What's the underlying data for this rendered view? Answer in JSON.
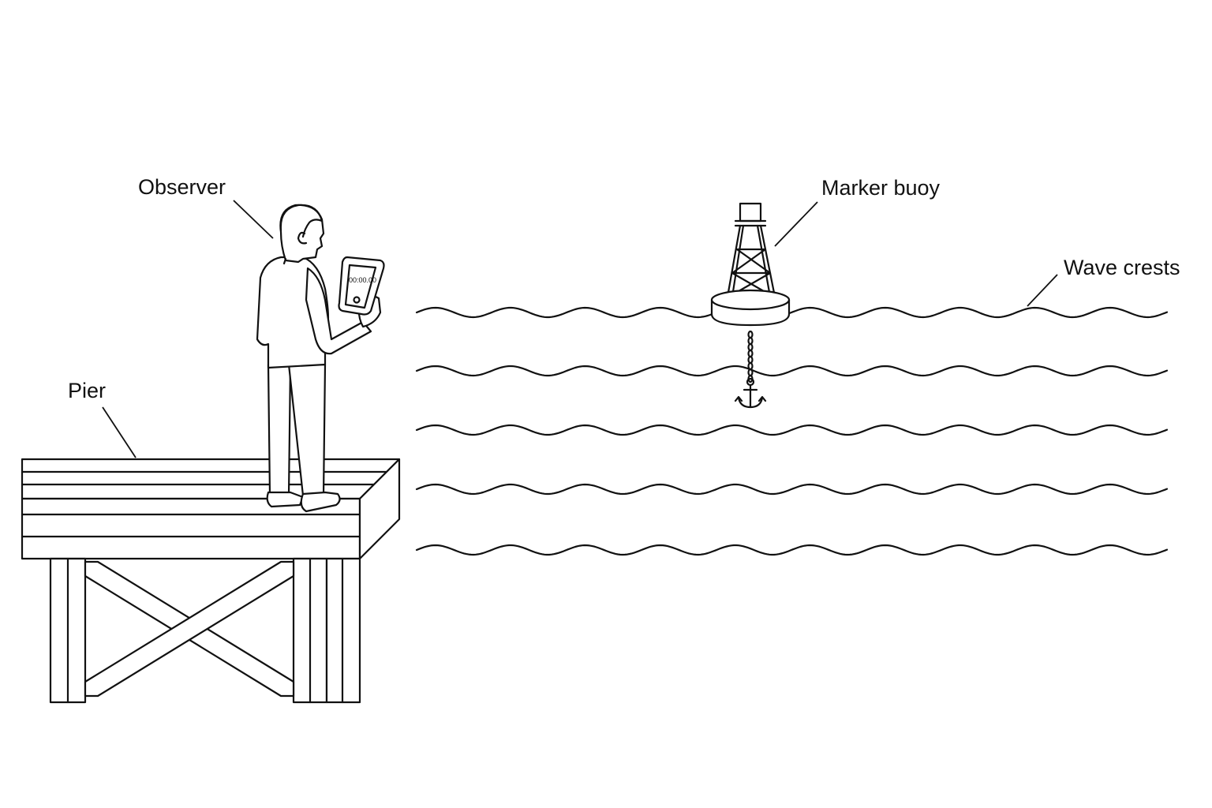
{
  "labels": {
    "observer": "Observer",
    "marker_buoy": "Marker buoy",
    "wave_crests": "Wave crests",
    "pier": "Pier"
  },
  "device": {
    "timer_readout": "00:00.00"
  },
  "colors": {
    "line": "#111111",
    "background": "#ffffff"
  }
}
